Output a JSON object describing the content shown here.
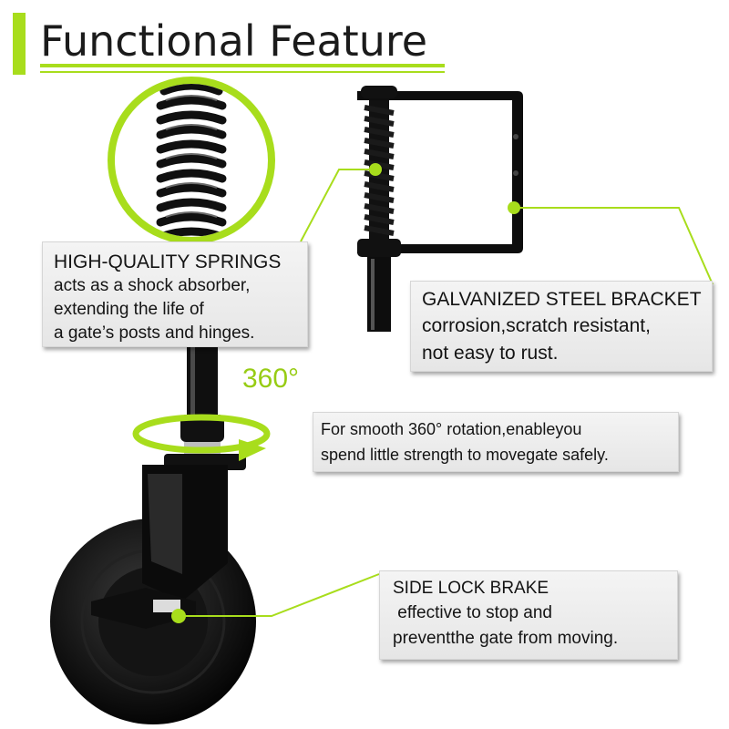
{
  "title": "Functional Feature",
  "accent_color": "#a8dd1c",
  "rotation_label": "360°",
  "callouts": {
    "springs": {
      "heading": "HIGH-QUALITY SPRINGS",
      "lines": [
        "acts as a shock absorber,",
        "extending the life of",
        "a gate’s posts and hinges."
      ]
    },
    "bracket": {
      "heading": "GALVANIZED STEEL BRACKET",
      "lines": [
        "corrosion,scratch resistant,",
        "not easy to rust."
      ]
    },
    "rotation": {
      "lines": [
        "For smooth 360° rotation,enableyou",
        "spend little strength to movegate safely."
      ]
    },
    "brake": {
      "heading": "SIDE LOCK BRAKE",
      "lines": [
        " effective to stop and",
        "preventthe gate from moving."
      ]
    }
  },
  "icons": [
    "spring-closeup-image",
    "bracket-image",
    "rotation-arrow-icon",
    "caster-wheel-image",
    "brake-pedal-image"
  ]
}
